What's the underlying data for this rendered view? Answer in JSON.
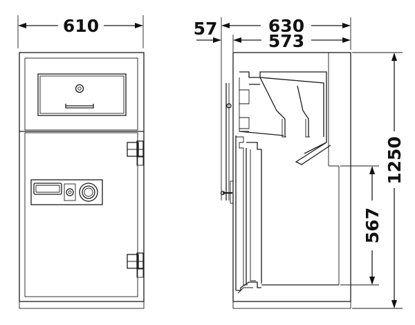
{
  "dimensions": {
    "front_width": "610",
    "side_depth": "630",
    "inner_depth": "573",
    "door_offset": "57",
    "total_height": "1250",
    "lower_height": "567"
  }
}
